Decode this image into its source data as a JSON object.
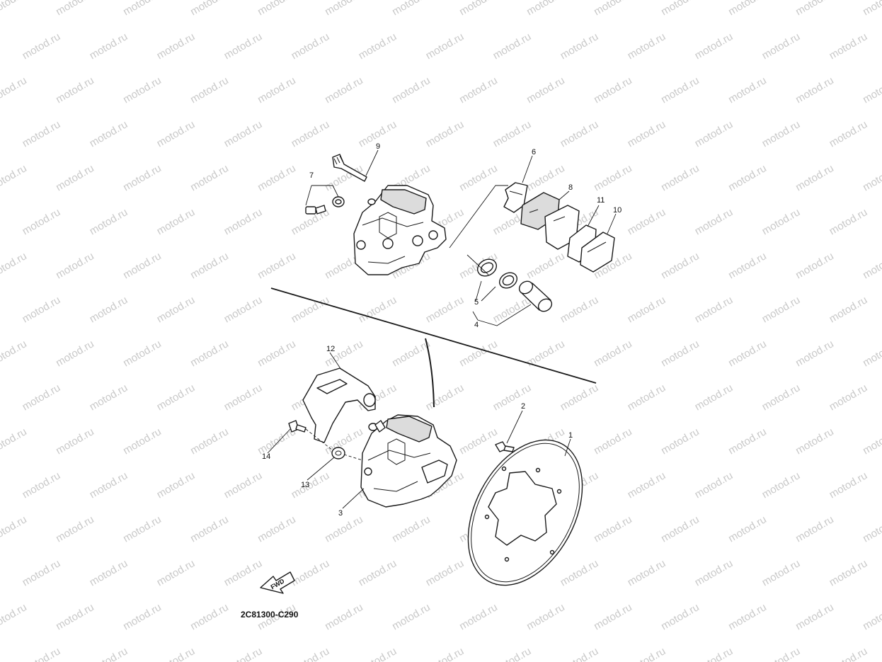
{
  "watermark": {
    "text": "motod.ru"
  },
  "diagram": {
    "code": "2C81300-C290",
    "fwd_label": "FWD",
    "callouts": [
      "1",
      "2",
      "3",
      "4",
      "5",
      "6",
      "7",
      "8",
      "9",
      "10",
      "11",
      "12",
      "13",
      "14"
    ]
  }
}
